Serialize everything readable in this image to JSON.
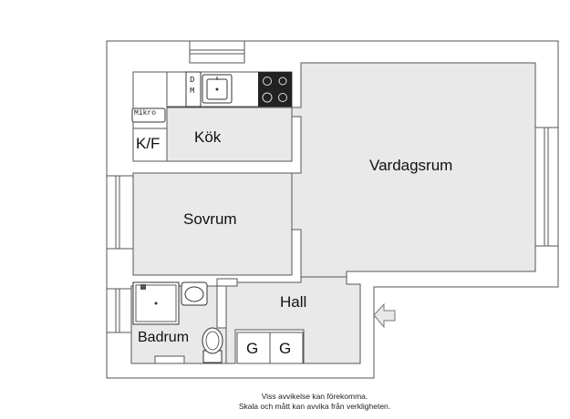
{
  "rooms": {
    "kok": "Kök",
    "vardagsrum": "Vardagsrum",
    "sovrum": "Sovrum",
    "hall": "Hall",
    "badrum": "Badrum"
  },
  "fixtures": {
    "fridge_freezer": "K/F",
    "dishwasher": "DM",
    "microwave": "Mikro",
    "storage_1": "G",
    "storage_2": "G"
  },
  "disclaimer": {
    "line1": "Viss avvikelse kan förekomma.",
    "line2": "Skala och mått kan avvika från verkligheten."
  },
  "icons": [
    "entrance-arrow-icon",
    "sink-icon",
    "stove-icon",
    "toilet-icon",
    "washbasin-icon",
    "shower-icon",
    "window-icon"
  ],
  "colors": {
    "floor": "#e9e9e9",
    "wall": "#ffffff",
    "wall_outline": "#555555",
    "stove": "#222222",
    "line": "#333333"
  }
}
